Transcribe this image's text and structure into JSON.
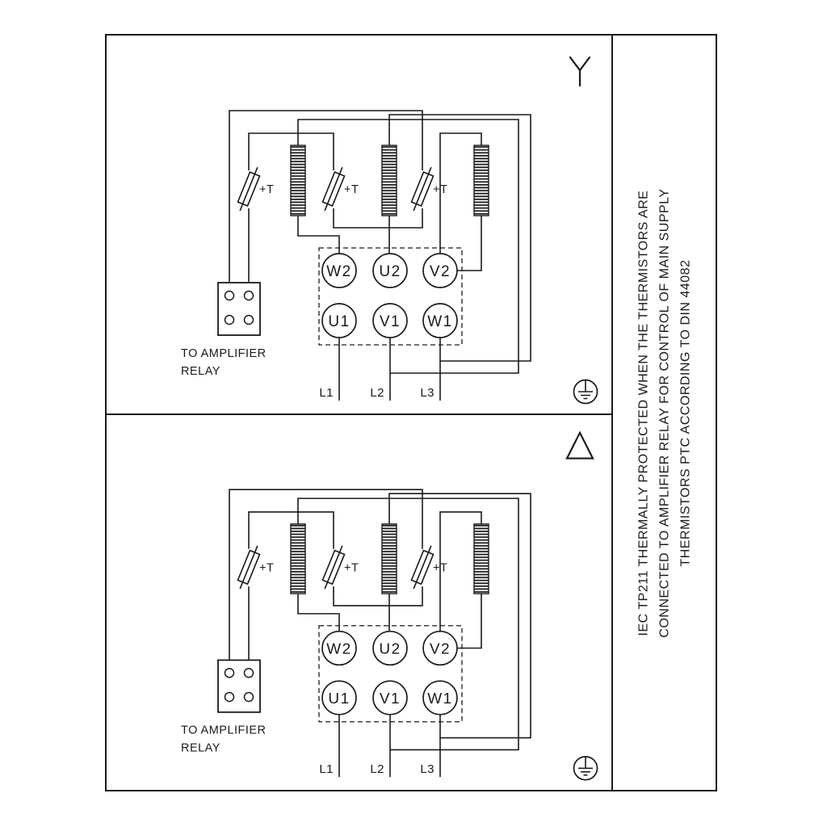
{
  "page": {
    "background": "#ffffff",
    "line_color": "#1a1a1a"
  },
  "note": {
    "lines": [
      "IEC TP211 THERMALLY PROTECTED WHEN THE THERMISTORS ARE",
      "CONNECTED TO AMPLIFIER RELAY FOR CONTROL OF MAIN SUPPLY",
      "THERMISTORS PTC ACCORDING TO DIN 44082"
    ]
  },
  "panels": [
    {
      "corner_symbol": "star-icon",
      "thermistor_label": "+T",
      "terminals": {
        "top": [
          "W2",
          "U2",
          "V2"
        ],
        "bottom": [
          "U1",
          "V1",
          "W1"
        ]
      },
      "relay_label": [
        "TO AMPLIFIER",
        "RELAY"
      ],
      "supply_lines": [
        "L1",
        "L2",
        "L3"
      ]
    },
    {
      "corner_symbol": "delta-icon",
      "thermistor_label": "+T",
      "terminals": {
        "top": [
          "W2",
          "U2",
          "V2"
        ],
        "bottom": [
          "U1",
          "V1",
          "W1"
        ]
      },
      "relay_label": [
        "TO AMPLIFIER",
        "RELAY"
      ],
      "supply_lines": [
        "L1",
        "L2",
        "L3"
      ]
    }
  ]
}
